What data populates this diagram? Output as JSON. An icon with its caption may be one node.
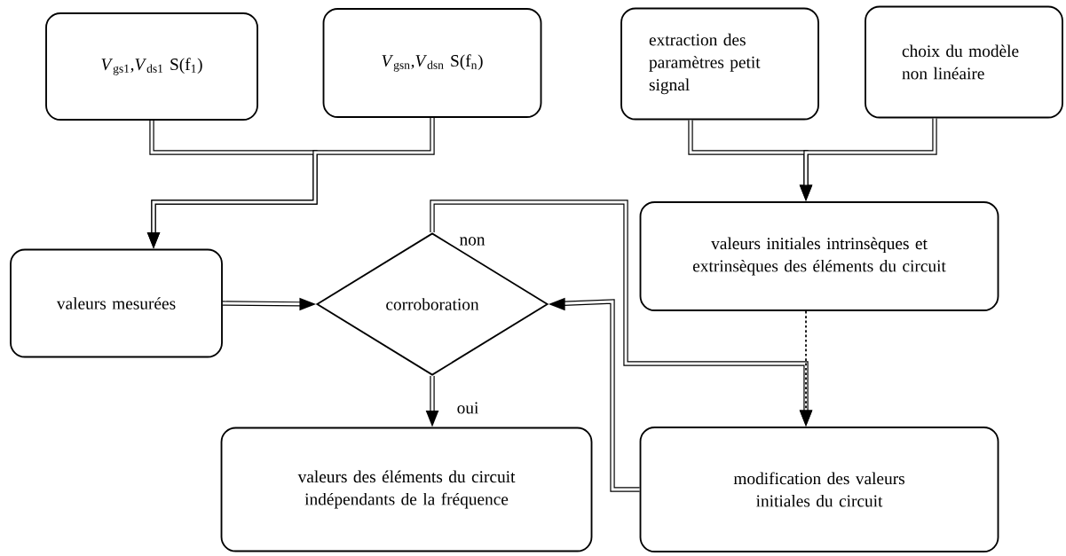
{
  "diagram": {
    "nodes": [
      {
        "text": [
          "*V*$_{gs1}$,*V*$_{ds1}$  S(f$_{1}$)"
        ]
      },
      {
        "text": [
          "*V*$_{gsn}$,*V*$_{dsn}$  S(f$_{n}$)"
        ]
      },
      {
        "text": [
          "extraction des paramètres petit signal"
        ]
      },
      {
        "text": [
          "choix du modèle non linéaire"
        ]
      },
      {
        "text": [
          "valeurs mesurées"
        ]
      },
      {
        "text": [
          "corroboration"
        ]
      },
      {
        "text": [
          "valeurs initiales intrinsèques et extrinsèques des éléments du circuit"
        ]
      },
      {
        "text": [
          "valeurs des éléments du circuit indépendants de la fréquence"
        ]
      },
      {
        "text": [
          "modification des valeurs initiales du circuit"
        ]
      }
    ],
    "edges": [
      {
        "from": 0,
        "to": 4,
        "arrow": "to"
      },
      {
        "from": 1,
        "to": 4,
        "arrow": "to"
      },
      {
        "from": 2,
        "to": 6,
        "arrow": "to"
      },
      {
        "from": 3,
        "to": 6,
        "arrow": "to"
      },
      {
        "from": 4,
        "to": 5,
        "arrow": "to"
      },
      {
        "from": 5,
        "to": 7,
        "arrow": "to",
        "label": "oui"
      },
      {
        "from": 5,
        "to": 8,
        "arrow": "to",
        "label": "non"
      },
      {
        "from": 6,
        "to": 8,
        "arrow": "to",
        "style": "dashed"
      },
      {
        "from": 8,
        "to": 5,
        "arrow": "to"
      }
    ]
  }
}
